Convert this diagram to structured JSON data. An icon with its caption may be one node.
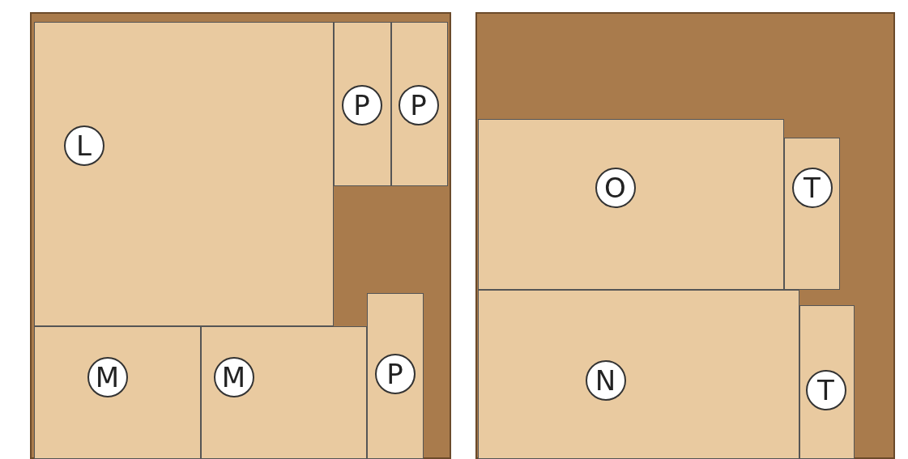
{
  "diagram": {
    "nodes": [
      {
        "text": [],
        "shape": "box"
      },
      {
        "text": [
          "L"
        ],
        "in": 0
      },
      {
        "text": [
          "P"
        ],
        "in": 0
      },
      {
        "text": [
          "P"
        ],
        "in": 0
      },
      {
        "text": [
          "M"
        ],
        "in": 0
      },
      {
        "text": [
          "M"
        ],
        "in": 0
      },
      {
        "text": [
          "P"
        ],
        "in": 0
      },
      {
        "text": [],
        "shape": "box"
      },
      {
        "text": [
          "O"
        ],
        "in": 7
      },
      {
        "text": [
          "T"
        ],
        "in": 7
      },
      {
        "text": [
          "N"
        ],
        "in": 7
      },
      {
        "text": [
          "T"
        ],
        "in": 7
      }
    ]
  }
}
